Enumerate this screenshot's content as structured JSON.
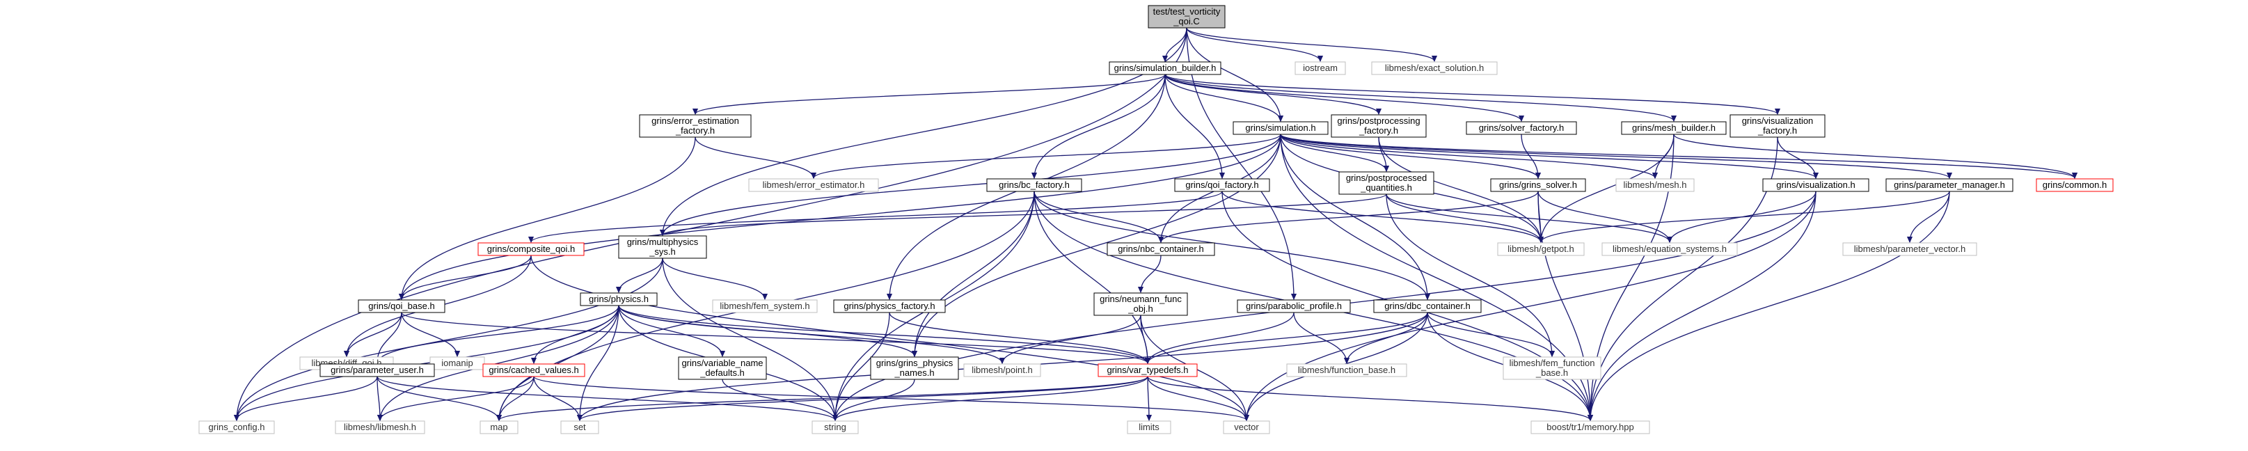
{
  "colors": {
    "root_fill": "#bfbfbf",
    "root_stroke": "#000000",
    "normal_stroke": "#000000",
    "missing_stroke": "#bfbfbf",
    "truncated_stroke": "#ff0000",
    "edge": "#191970",
    "text_normal": "#000000",
    "text_muted": "#333333"
  },
  "nodes": [
    {
      "id": "root",
      "lines": [
        "test/test_vorticity",
        "_qoi.C"
      ],
      "kind": "root"
    },
    {
      "id": "sim_builder",
      "lines": [
        "grins/simulation_builder.h"
      ],
      "kind": "normal"
    },
    {
      "id": "iostream",
      "lines": [
        "iostream"
      ],
      "kind": "missing"
    },
    {
      "id": "exact_solution",
      "lines": [
        "libmesh/exact_solution.h"
      ],
      "kind": "missing"
    },
    {
      "id": "err_est_factory",
      "lines": [
        "grins/error_estimation",
        "_factory.h"
      ],
      "kind": "normal"
    },
    {
      "id": "simulation",
      "lines": [
        "grins/simulation.h"
      ],
      "kind": "normal"
    },
    {
      "id": "postproc_factory",
      "lines": [
        "grins/postprocessing",
        "_factory.h"
      ],
      "kind": "normal"
    },
    {
      "id": "solver_factory",
      "lines": [
        "grins/solver_factory.h"
      ],
      "kind": "normal"
    },
    {
      "id": "mesh_builder",
      "lines": [
        "grins/mesh_builder.h"
      ],
      "kind": "normal"
    },
    {
      "id": "vis_factory",
      "lines": [
        "grins/visualization",
        "_factory.h"
      ],
      "kind": "normal"
    },
    {
      "id": "error_estimator",
      "lines": [
        "libmesh/error_estimator.h"
      ],
      "kind": "missing"
    },
    {
      "id": "bc_factory",
      "lines": [
        "grins/bc_factory.h"
      ],
      "kind": "normal"
    },
    {
      "id": "qoi_factory",
      "lines": [
        "grins/qoi_factory.h"
      ],
      "kind": "normal"
    },
    {
      "id": "postproc_quant",
      "lines": [
        "grins/postprocessed",
        "_quantities.h"
      ],
      "kind": "normal"
    },
    {
      "id": "grins_solver",
      "lines": [
        "grins/grins_solver.h"
      ],
      "kind": "normal"
    },
    {
      "id": "mesh_h",
      "lines": [
        "libmesh/mesh.h"
      ],
      "kind": "missing"
    },
    {
      "id": "visualization",
      "lines": [
        "grins/visualization.h"
      ],
      "kind": "normal"
    },
    {
      "id": "param_manager",
      "lines": [
        "grins/parameter_manager.h"
      ],
      "kind": "normal"
    },
    {
      "id": "common",
      "lines": [
        "grins/common.h"
      ],
      "kind": "truncated"
    },
    {
      "id": "composite_qoi",
      "lines": [
        "grins/composite_qoi.h"
      ],
      "kind": "truncated"
    },
    {
      "id": "multiphysics",
      "lines": [
        "grins/multiphysics",
        "_sys.h"
      ],
      "kind": "normal"
    },
    {
      "id": "nbc_container",
      "lines": [
        "grins/nbc_container.h"
      ],
      "kind": "normal"
    },
    {
      "id": "getpot",
      "lines": [
        "libmesh/getpot.h"
      ],
      "kind": "missing"
    },
    {
      "id": "equation_systems",
      "lines": [
        "libmesh/equation_systems.h"
      ],
      "kind": "missing"
    },
    {
      "id": "parameter_vector",
      "lines": [
        "libmesh/parameter_vector.h"
      ],
      "kind": "missing"
    },
    {
      "id": "qoi_base",
      "lines": [
        "grins/qoi_base.h"
      ],
      "kind": "normal"
    },
    {
      "id": "physics",
      "lines": [
        "grins/physics.h"
      ],
      "kind": "normal"
    },
    {
      "id": "fem_system",
      "lines": [
        "libmesh/fem_system.h"
      ],
      "kind": "missing"
    },
    {
      "id": "physics_factory",
      "lines": [
        "grins/physics_factory.h"
      ],
      "kind": "normal"
    },
    {
      "id": "neumann_func",
      "lines": [
        "grins/neumann_func",
        "_obj.h"
      ],
      "kind": "normal"
    },
    {
      "id": "parabolic_profile",
      "lines": [
        "grins/parabolic_profile.h"
      ],
      "kind": "normal"
    },
    {
      "id": "dbc_container",
      "lines": [
        "grins/dbc_container.h"
      ],
      "kind": "normal"
    },
    {
      "id": "diff_qoi",
      "lines": [
        "libmesh/diff_qoi.h"
      ],
      "kind": "missing"
    },
    {
      "id": "iomanip",
      "lines": [
        "iomanip"
      ],
      "kind": "missing"
    },
    {
      "id": "param_user",
      "lines": [
        "grins/parameter_user.h"
      ],
      "kind": "normal"
    },
    {
      "id": "cached_values",
      "lines": [
        "grins/cached_values.h"
      ],
      "kind": "truncated"
    },
    {
      "id": "var_name_defaults",
      "lines": [
        "grins/variable_name",
        "_defaults.h"
      ],
      "kind": "normal"
    },
    {
      "id": "grins_physics_names",
      "lines": [
        "grins/grins_physics",
        "_names.h"
      ],
      "kind": "normal"
    },
    {
      "id": "point",
      "lines": [
        "libmesh/point.h"
      ],
      "kind": "missing"
    },
    {
      "id": "var_typedefs",
      "lines": [
        "grins/var_typedefs.h"
      ],
      "kind": "truncated"
    },
    {
      "id": "function_base",
      "lines": [
        "libmesh/function_base.h"
      ],
      "kind": "missing"
    },
    {
      "id": "fem_function_base",
      "lines": [
        "libmesh/fem_function",
        "_base.h"
      ],
      "kind": "missing"
    },
    {
      "id": "grins_config",
      "lines": [
        "grins_config.h"
      ],
      "kind": "missing"
    },
    {
      "id": "libmesh_h",
      "lines": [
        "libmesh/libmesh.h"
      ],
      "kind": "missing"
    },
    {
      "id": "map",
      "lines": [
        "map"
      ],
      "kind": "missing"
    },
    {
      "id": "set",
      "lines": [
        "set"
      ],
      "kind": "missing"
    },
    {
      "id": "string",
      "lines": [
        "string"
      ],
      "kind": "missing"
    },
    {
      "id": "limits",
      "lines": [
        "limits"
      ],
      "kind": "missing"
    },
    {
      "id": "vector",
      "lines": [
        "vector"
      ],
      "kind": "missing"
    },
    {
      "id": "memory",
      "lines": [
        "boost/tr1/memory.hpp"
      ],
      "kind": "missing"
    }
  ]
}
